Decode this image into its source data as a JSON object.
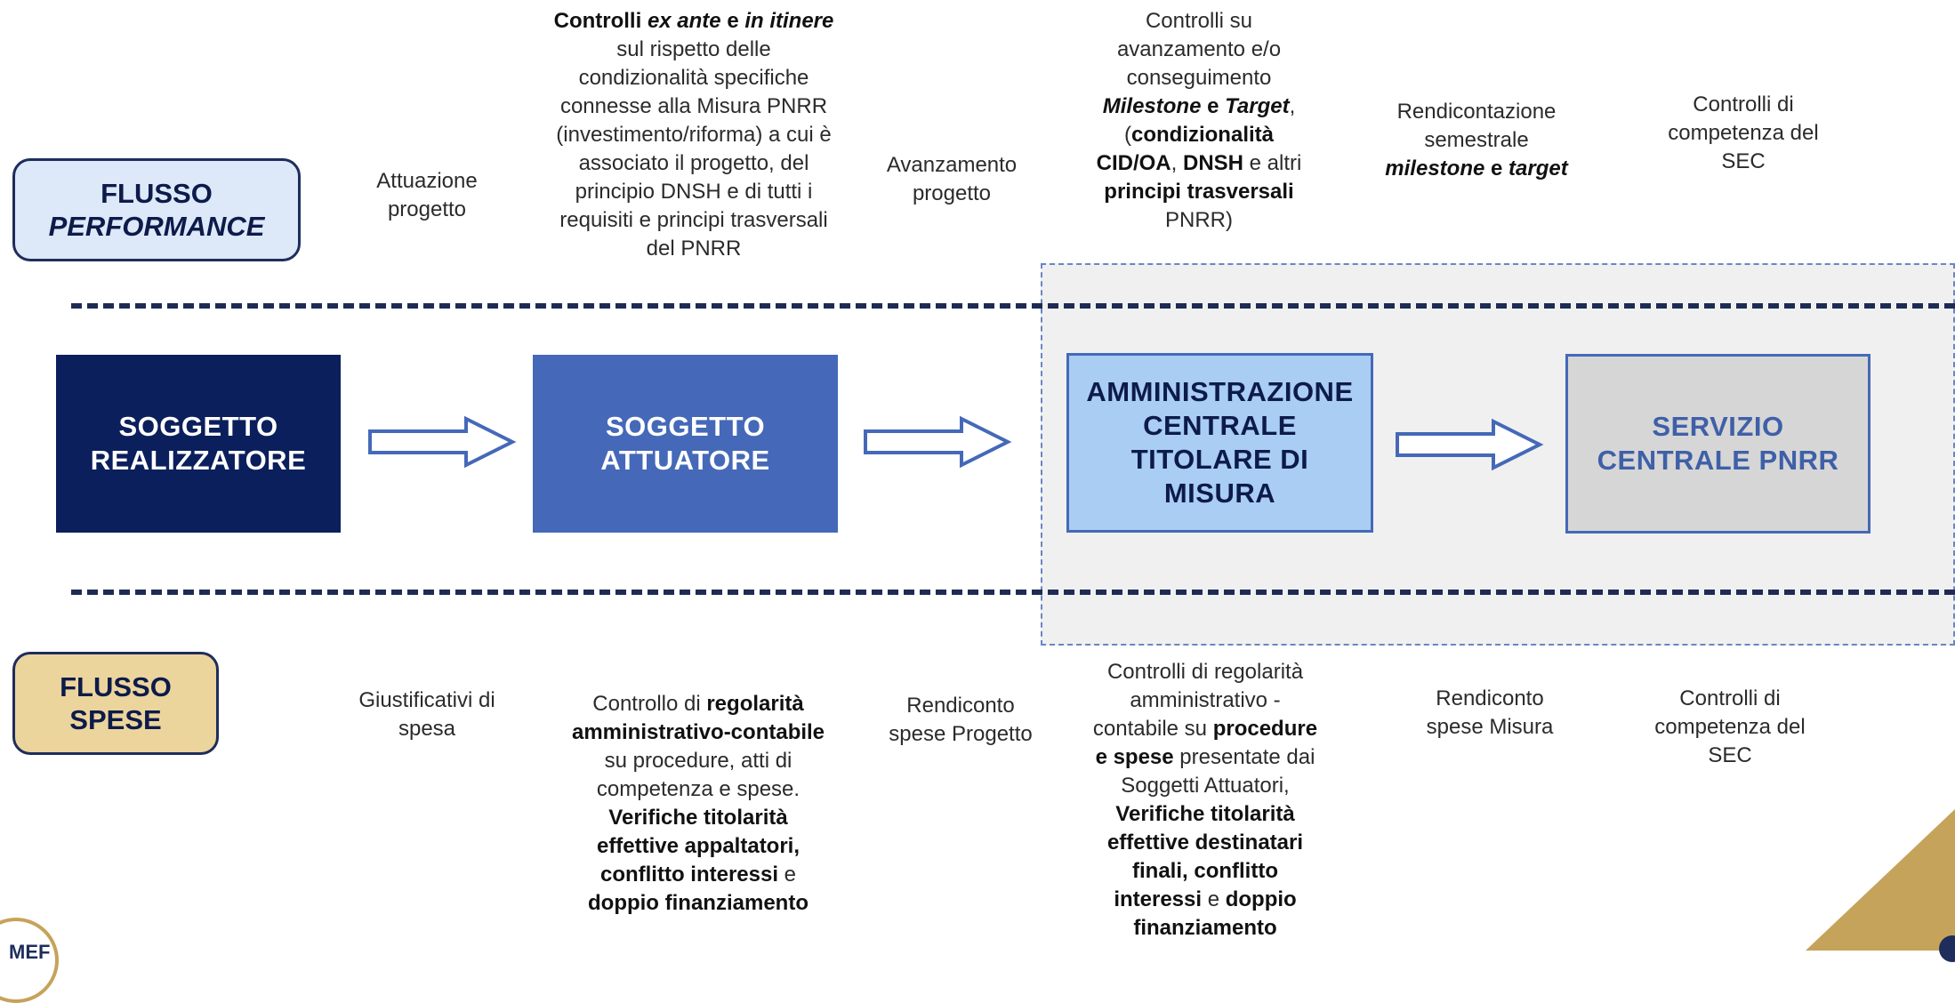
{
  "flows": {
    "performance": {
      "line1": "FLUSSO",
      "line2": "PERFORMANCE"
    },
    "spese": {
      "line1": "FLUSSO",
      "line2": "SPESE"
    }
  },
  "boxes": [
    {
      "line1": "SOGGETTO",
      "line2": "REALIZZATORE"
    },
    {
      "line1": "SOGGETTO",
      "line2": "ATTUATORE"
    },
    {
      "line1": "AMMINISTRAZIONE",
      "line2": "CENTRALE",
      "line3": "TITOLARE DI",
      "line4": "MISURA"
    },
    {
      "line1": "SERVIZIO",
      "line2": "CENTRALE PNRR"
    }
  ],
  "top": {
    "attuazione": [
      "Attuazione",
      "progetto"
    ],
    "controlli_ex_ante": {
      "l1a": "Controlli ",
      "l1b": "ex ante",
      "l1c": " e ",
      "l1d": "in itinere",
      "rest": [
        "sul rispetto delle",
        "condizionalità specifiche",
        "connesse alla Misura PNRR",
        "(investimento/riforma) a cui è",
        "associato il progetto, del",
        "principio DNSH e di tutti i",
        "requisiti e principi trasversali",
        "del PNRR"
      ]
    },
    "avanzamento": [
      "Avanzamento",
      "progetto"
    ],
    "controlli_su": {
      "l1": "Controlli su",
      "l2": "avanzamento e/o",
      "l3": "conseguimento",
      "l4a": "Milestone",
      "l4b": " e ",
      "l4c": "Target",
      "l4d": ",",
      "l5a": "(",
      "l5b": "condizionalità",
      "l6a": "CID/OA",
      "l6b": ", ",
      "l6c": "DNSH",
      "l6d": " e altri",
      "l7": "principi trasversali",
      "l8": "PNRR)"
    },
    "rendicontazione": {
      "l1": "Rendicontazione",
      "l2": "semestrale",
      "l3a": "milestone",
      "l3b": " e ",
      "l3c": "target"
    },
    "controlli_sec": [
      "Controlli di",
      "competenza del",
      "SEC"
    ]
  },
  "bottom": {
    "giustificativi": [
      "Giustificativi di",
      "spesa"
    ],
    "controllo_regolarita": {
      "l1a": "Controllo di ",
      "l1b": "regolarità",
      "l2": "amministrativo-contabile",
      "l3": "su procedure, atti di",
      "l4": "competenza e spese.",
      "l5": "Verifiche titolarità",
      "l6": "effettive appaltatori,",
      "l7a": "conflitto interessi",
      "l7b": " e",
      "l8": "doppio finanziamento"
    },
    "rendiconto_progetto": [
      "Rendiconto",
      "spese Progetto"
    ],
    "controlli_regolarita_amm": {
      "l1": "Controlli di regolarità",
      "l2": "amministrativo -",
      "l3a": "contabile su ",
      "l3b": "procedure",
      "l4a": "e spese",
      "l4b": " presentate dai",
      "l5": "Soggetti Attuatori,",
      "l6": "Verifiche titolarità",
      "l7": "effettive destinatari",
      "l8": "finali, conflitto",
      "l9a": "interessi",
      "l9b": " e ",
      "l9c": "doppio",
      "l10": "finanziamento"
    },
    "rendiconto_misura": [
      "Rendiconto",
      "spese Misura"
    ],
    "controlli_sec": [
      "Controlli di",
      "competenza del",
      "SEC"
    ]
  },
  "logo_text": "MEF",
  "colors": {
    "navy": "#0b1f5c",
    "blue": "#4569b8",
    "light_blue": "#a9cdf3",
    "gray": "#d6d6d6",
    "gold": "#c6a35a"
  }
}
